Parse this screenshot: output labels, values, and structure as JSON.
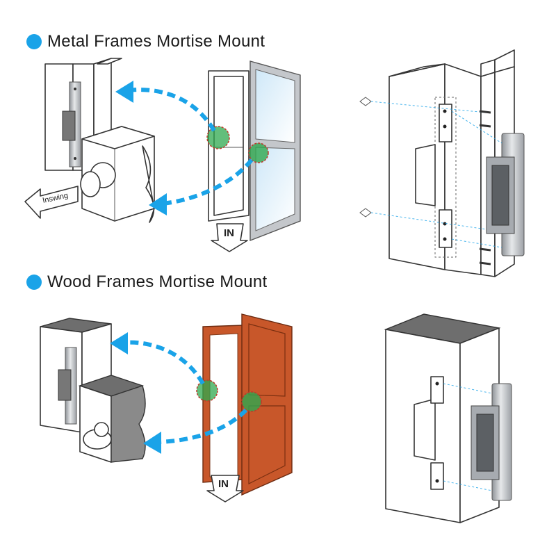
{
  "headings": {
    "metal": "Metal Frames Mortise Mount",
    "wood": "Wood Frames Mortise Mount"
  },
  "labels": {
    "inswing": "Inswing",
    "in_top": "IN",
    "in_bottom": "IN"
  },
  "colors": {
    "accent": "#1aa3e8",
    "wood_door": "#c8572a",
    "highlight": "#2fa84f",
    "strike_metal": "#b9bcc0"
  },
  "icons": {
    "bullet": "blue-dot-icon",
    "direction": "arrow-left-icon"
  }
}
